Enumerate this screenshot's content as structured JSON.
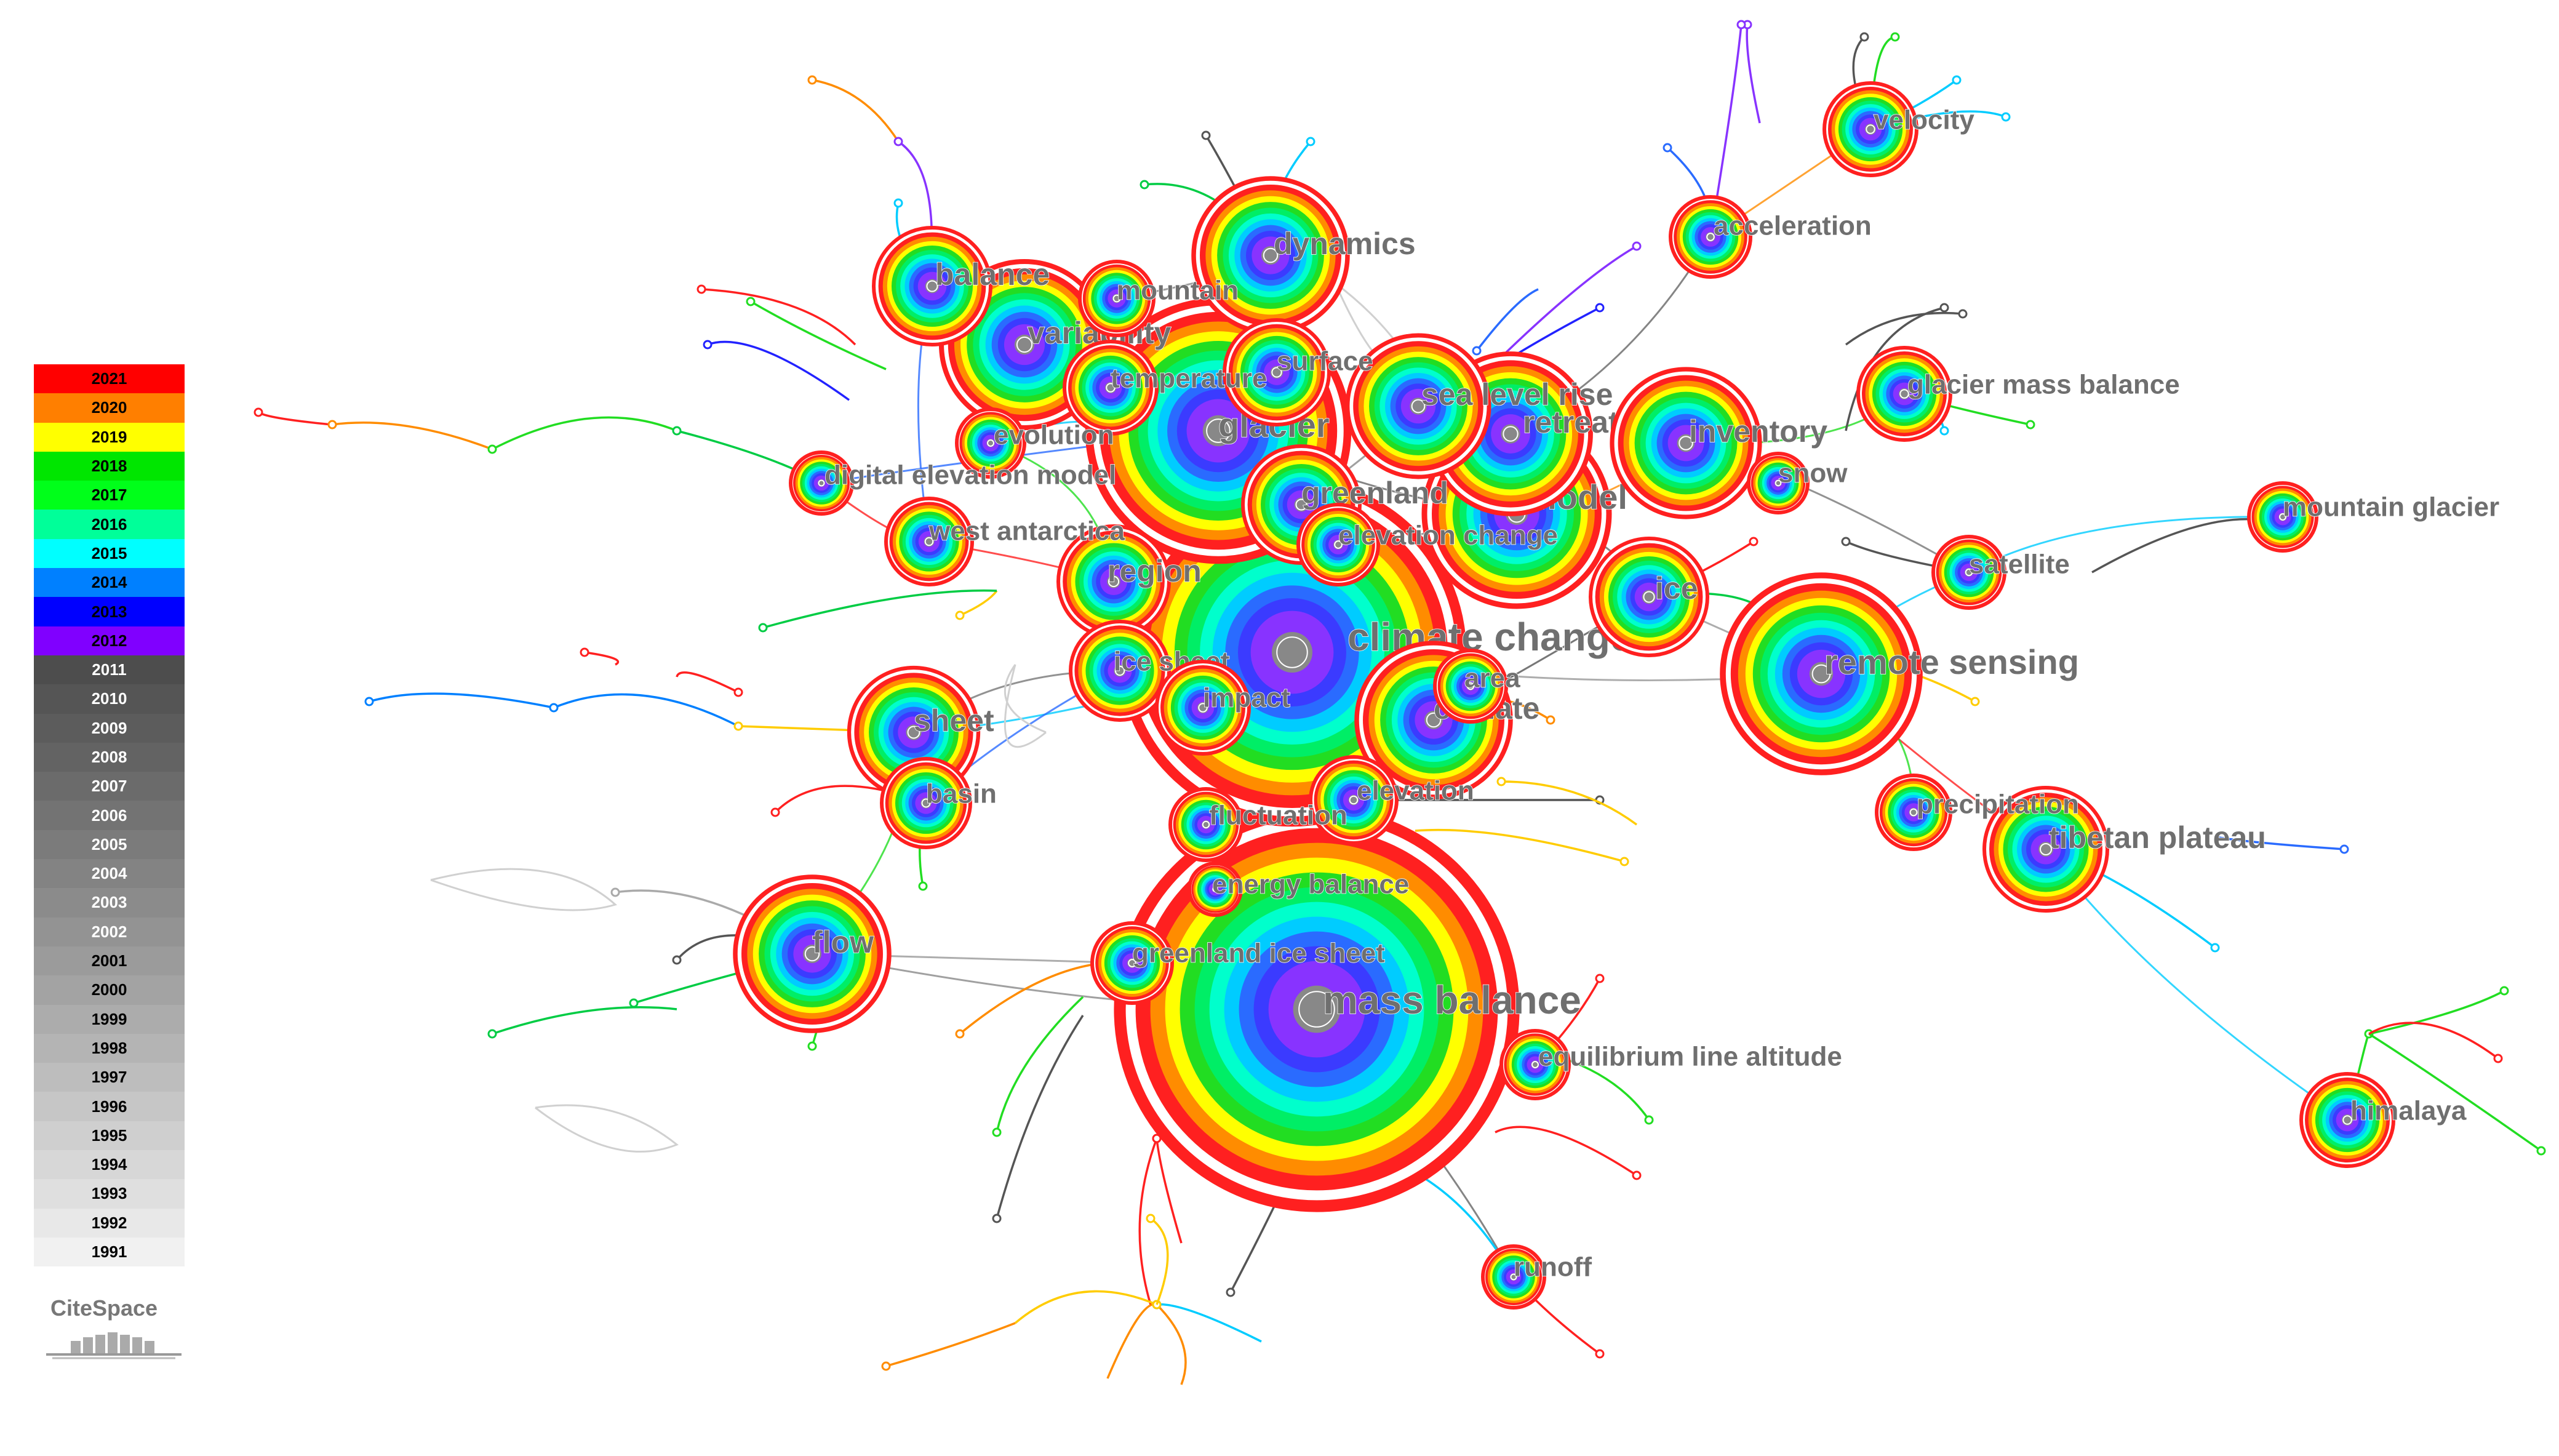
{
  "legend": {
    "years": [
      "2021",
      "2020",
      "2019",
      "2018",
      "2017",
      "2016",
      "2015",
      "2014",
      "2013",
      "2012",
      "2011",
      "2010",
      "2009",
      "2008",
      "2007",
      "2006",
      "2005",
      "2004",
      "2003",
      "2002",
      "2001",
      "2000",
      "1999",
      "1998",
      "1997",
      "1996",
      "1995",
      "1994",
      "1993",
      "1992",
      "1991"
    ],
    "colors": [
      "#ff0000",
      "#ff7f00",
      "#ffff00",
      "#00e600",
      "#00ff1a",
      "#00ff99",
      "#00ffff",
      "#0080ff",
      "#0000ff",
      "#8000ff",
      "#4d4d4d",
      "#555555",
      "#5c5c5c",
      "#636363",
      "#6b6b6b",
      "#737373",
      "#7b7b7b",
      "#838383",
      "#8b8b8b",
      "#939393",
      "#9b9b9b",
      "#a3a3a3",
      "#acacac",
      "#b4b4b4",
      "#bdbdbd",
      "#c6c6c6",
      "#cfcfcf",
      "#d7d7d7",
      "#dfdfdf",
      "#e8e8e8",
      "#f1f1f1"
    ]
  },
  "logo": {
    "text": "CiteSpace"
  },
  "ring_colors": [
    "#ff2020",
    "#ff8c00",
    "#ffff00",
    "#22dd22",
    "#00ee66",
    "#00ffcc",
    "#00ccff",
    "#2a6bff",
    "#3b3bff",
    "#8833ff"
  ],
  "nodes": [
    {
      "id": "mass_balance",
      "label": "mass balance",
      "size": 5
    },
    {
      "id": "climate_change",
      "label": "climate change",
      "size": 4.8
    },
    {
      "id": "glacier",
      "label": "glacier",
      "size": 4.2
    },
    {
      "id": "remote_sensing",
      "label": "remote sensing",
      "size": 3.3
    },
    {
      "id": "model",
      "label": "model",
      "size": 3.2
    },
    {
      "id": "retreat",
      "label": "retreat",
      "size": 3
    },
    {
      "id": "dynamics",
      "label": "dynamics",
      "size": 2.8
    },
    {
      "id": "variability",
      "label": "variability",
      "size": 2.6
    },
    {
      "id": "inventory",
      "label": "inventory",
      "size": 2.7
    },
    {
      "id": "sea_level_rise",
      "label": "sea level rise",
      "size": 2.6
    },
    {
      "id": "climate",
      "label": "climate",
      "size": 2.7
    },
    {
      "id": "flow",
      "label": "flow",
      "size": 2.7
    },
    {
      "id": "sheet",
      "label": "sheet",
      "size": 2.4
    },
    {
      "id": "tibetan_plateau",
      "label": "tibetan plateau",
      "size": 2.3
    },
    {
      "id": "ice",
      "label": "ice",
      "size": 2.2
    },
    {
      "id": "region",
      "label": "region",
      "size": 2.1
    },
    {
      "id": "greenland",
      "label": "greenland",
      "size": 2.1
    },
    {
      "id": "balance",
      "label": "balance",
      "size": 2.1
    },
    {
      "id": "velocity",
      "label": "velocity",
      "size": 1.6
    },
    {
      "id": "surface",
      "label": "surface",
      "size": 1.9
    },
    {
      "id": "ice_sheet",
      "label": "ice sheet",
      "size": 1.7
    },
    {
      "id": "impact",
      "label": "impact",
      "size": 1.7
    },
    {
      "id": "temperature",
      "label": "temperature",
      "size": 1.7
    },
    {
      "id": "elevation",
      "label": "elevation",
      "size": 1.6
    },
    {
      "id": "himalaya",
      "label": "himalaya",
      "size": 1.7
    },
    {
      "id": "glacier_mass_balance",
      "label": "glacier mass balance",
      "size": 1.6
    },
    {
      "id": "basin",
      "label": "basin",
      "size": 1.6
    },
    {
      "id": "west_antarctica",
      "label": "west antarctica",
      "size": 1.6
    },
    {
      "id": "acceleration",
      "label": "acceleration",
      "size": 1.4
    },
    {
      "id": "greenland_ice_sheet",
      "label": "greenland ice sheet",
      "size": 1.4
    },
    {
      "id": "elevation_change",
      "label": "elevation change",
      "size": 1.4
    },
    {
      "id": "fluctuation",
      "label": "fluctuation",
      "size": 1.3
    },
    {
      "id": "area",
      "label": "area",
      "size": 1.3
    },
    {
      "id": "evolution",
      "label": "evolution",
      "size": 1.3
    },
    {
      "id": "mountain",
      "label": "mountain",
      "size": 1.3
    },
    {
      "id": "precipitation",
      "label": "precipitation",
      "size": 1.3
    },
    {
      "id": "satellite",
      "label": "satellite",
      "size": 1.3
    },
    {
      "id": "mountain_glacier",
      "label": "mountain glacier",
      "size": 1.2
    },
    {
      "id": "digital_elevation_model",
      "label": "digital elevation model",
      "size": 1.2
    },
    {
      "id": "snow",
      "label": "snow",
      "size": 1.1
    },
    {
      "id": "equilibrium_line_altitude",
      "label": "equilibrium line altitude",
      "size": 1.2
    },
    {
      "id": "runoff",
      "label": "runoff",
      "size": 1.2
    },
    {
      "id": "energy_balance",
      "label": "energy balance",
      "size": 1.0
    }
  ]
}
